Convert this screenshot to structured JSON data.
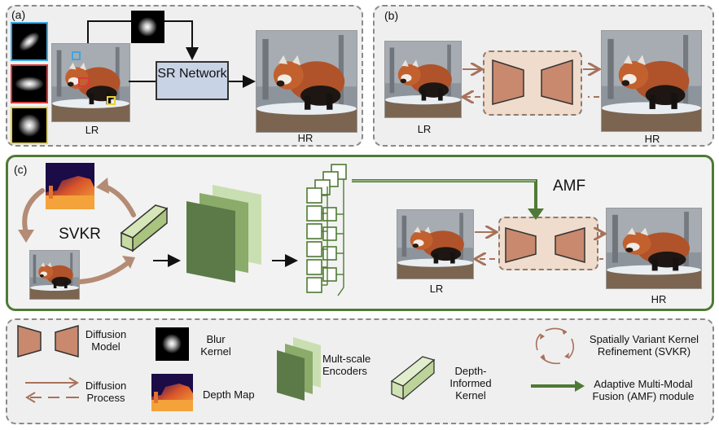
{
  "panel_a": {
    "label": "(a)",
    "lr_label": "LR",
    "hr_label": "HR",
    "sr_network_label": "SR Network"
  },
  "panel_b": {
    "label": "(b)",
    "lr_label": "LR",
    "hr_label": "HR"
  },
  "panel_c": {
    "label": "(c)",
    "svkr_label": "SVKR",
    "amf_label": "AMF",
    "lr_label": "LR",
    "hr_label": "HR"
  },
  "legend": {
    "diffusion_model": "Diffusion Model",
    "blur_kernel": "Blur Kernel",
    "encoders": "Mult-scale Encoders",
    "depth_kernel": "Depth-Informed Kernel",
    "svkr": "Spatially Variant Kernel Refinement (SVKR)",
    "diffusion_process": "Diffusion Process",
    "depth_map": "Depth Map",
    "amf": "Adaptive Multi-Modal Fusion (AMF) module"
  },
  "colors": {
    "diffusion_fill": "#c8896e",
    "diffusion_arrow": "#a7725a",
    "green_dark": "#5a7a44",
    "green_light": "#b9d1a2",
    "panel_gray": "#efefef",
    "sr_box": "#c9d3e6"
  }
}
